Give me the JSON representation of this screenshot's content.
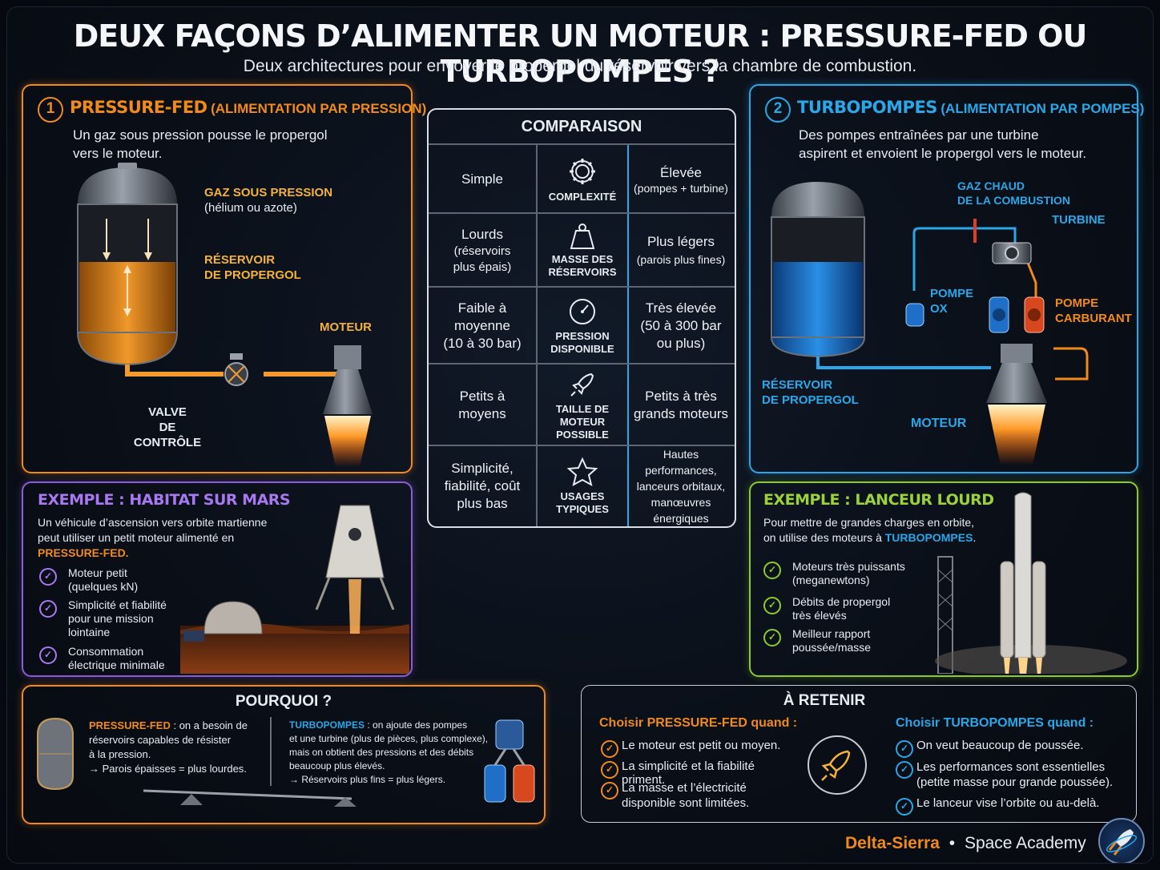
{
  "title": "DEUX FAÇONS D’ALIMENTER UN MOTEUR : PRESSURE-FED OU TURBOPOMPES ?",
  "subtitle": "Deux architectures pour envoyer le propergol du réservoir vers la chambre de combustion.",
  "pressure_fed": {
    "number": "1",
    "heading": "PRESSURE-FED",
    "heading_sub": "(ALIMENTATION PAR PRESSION)",
    "description": [
      "Un gaz sous pression pousse le propergol",
      "vers le moteur."
    ],
    "label_gas": "GAZ SOUS PRESSION",
    "label_gas_sub": "(hélium ou azote)",
    "label_tank": [
      "RÉSERVOIR",
      "DE PROPERGOL"
    ],
    "label_engine": "MOTEUR",
    "label_valve": [
      "VALVE",
      "DE CONTRÔLE"
    ]
  },
  "turbopumps": {
    "number": "2",
    "heading": "TURBOPOMPES",
    "heading_sub": "(ALIMENTATION PAR POMPES)",
    "description": [
      "Des pompes entraînées par une turbine",
      "aspirent et envoient le propergol vers le moteur."
    ],
    "label_hot_gas": [
      "GAZ CHAUD",
      "DE LA COMBUSTION"
    ],
    "label_turbine": "TURBINE",
    "label_pump_ox": [
      "POMPE",
      "OX"
    ],
    "label_pump_fuel": [
      "POMPE",
      "CARBURANT"
    ],
    "label_tank": [
      "RÉSERVOIR",
      "DE PROPERGOL"
    ],
    "label_engine": "MOTEUR"
  },
  "comparison": {
    "heading": "COMPARAISON",
    "rows": [
      {
        "left": [
          "Simple"
        ],
        "icon": "gear-icon",
        "criterion": [
          "COMPLEXITÉ"
        ],
        "right": [
          "Élevée"
        ],
        "right_note": [
          "(pompes + turbine)"
        ]
      },
      {
        "left": [
          "Lourds",
          "(réservoirs",
          "plus épais)"
        ],
        "icon": "weight-icon",
        "criterion": [
          "MASSE DES",
          "RÉSERVOIRS"
        ],
        "right": [
          "Plus légers"
        ],
        "right_note": [
          "(parois plus fines)"
        ]
      },
      {
        "left": [
          "Faible à",
          "moyenne",
          "(10 à 30 bar)"
        ],
        "icon": "gauge-icon",
        "criterion": [
          "PRESSION",
          "DISPONIBLE"
        ],
        "right": [
          "Très élevée",
          "(50 à 300 bar",
          "ou plus)"
        ],
        "right_note": []
      },
      {
        "left": [
          "Petits à",
          "moyens"
        ],
        "icon": "rocket-icon",
        "criterion": [
          "TAILLE DE",
          "MOTEUR",
          "POSSIBLE"
        ],
        "right": [
          "Petits à très",
          "grands moteurs"
        ],
        "right_note": []
      },
      {
        "left": [
          "Simplicité,",
          "fiabilité, coût",
          "plus bas"
        ],
        "icon": "star-icon",
        "criterion": [
          "USAGES",
          "TYPIQUES"
        ],
        "right": [],
        "right_note": [
          "Hautes performances,",
          "lanceurs orbitaux,",
          "manœuvres",
          "énergiques"
        ]
      }
    ]
  },
  "mars_example": {
    "heading": "EXEMPLE : HABITAT SUR MARS",
    "description": [
      "Un véhicule d’ascension vers orbite martienne",
      "peut utiliser un petit moteur alimenté en"
    ],
    "highlight": "PRESSURE-FED.",
    "items": [
      [
        "Moteur petit",
        "(quelques kN)"
      ],
      [
        "Simplicité et fiabilité",
        "pour une mission",
        "lointaine"
      ],
      [
        "Consommation",
        "électrique minimale"
      ]
    ]
  },
  "launcher_example": {
    "heading": "EXEMPLE : LANCEUR LOURD",
    "description": [
      "Pour mettre de grandes charges en orbite,",
      "on utilise des moteurs à "
    ],
    "highlight": "TURBOPOMPES",
    "highlight_end": ".",
    "items": [
      [
        "Moteurs très puissants",
        "(meganewtons)"
      ],
      [
        "Débits de propergol",
        "très élevés"
      ],
      [
        "Meilleur rapport",
        "poussée/masse"
      ]
    ]
  },
  "why": {
    "heading": "POURQUOI ?",
    "pf_label": "PRESSURE-FED",
    "pf_text": [
      " : on a besoin de",
      "réservoirs capables de résister",
      "à la pression.",
      "→ Parois épaisses = plus lourdes."
    ],
    "tp_label": "TURBOPOMPES",
    "tp_text": [
      " : on ajoute des pompes",
      "et une turbine (plus de pièces, plus complexe),",
      "mais on obtient des pressions et des débits",
      "beaucoup plus élevés.",
      "→ Réservoirs plus fins = plus légers."
    ]
  },
  "remember": {
    "heading": "À RETENIR",
    "pf_heading_a": "Choisir ",
    "pf_heading_b": "PRESSURE-FED",
    "pf_heading_c": " quand :",
    "pf_items": [
      [
        "Le moteur est petit ou moyen."
      ],
      [
        "La simplicité et la fiabilité priment."
      ],
      [
        "La masse et l’électricité",
        "disponible sont limitées."
      ]
    ],
    "tp_heading_a": "Choisir ",
    "tp_heading_b": "TURBOPOMPES",
    "tp_heading_c": " quand :",
    "tp_items": [
      [
        "On veut beaucoup de poussée."
      ],
      [
        "Les performances sont essentielles",
        "(petite masse pour grande poussée)."
      ],
      [
        "Le lanceur vise l’orbite ou au-delà."
      ]
    ]
  },
  "footer": {
    "brand": "Delta-Sierra",
    "separator": "•",
    "academy": "Space Academy"
  },
  "colors": {
    "orange": "#f08a1c",
    "blue": "#2aa7e8",
    "purple": "#8b5cd6",
    "green": "#8ccc2a",
    "background": "#0a0f18"
  }
}
